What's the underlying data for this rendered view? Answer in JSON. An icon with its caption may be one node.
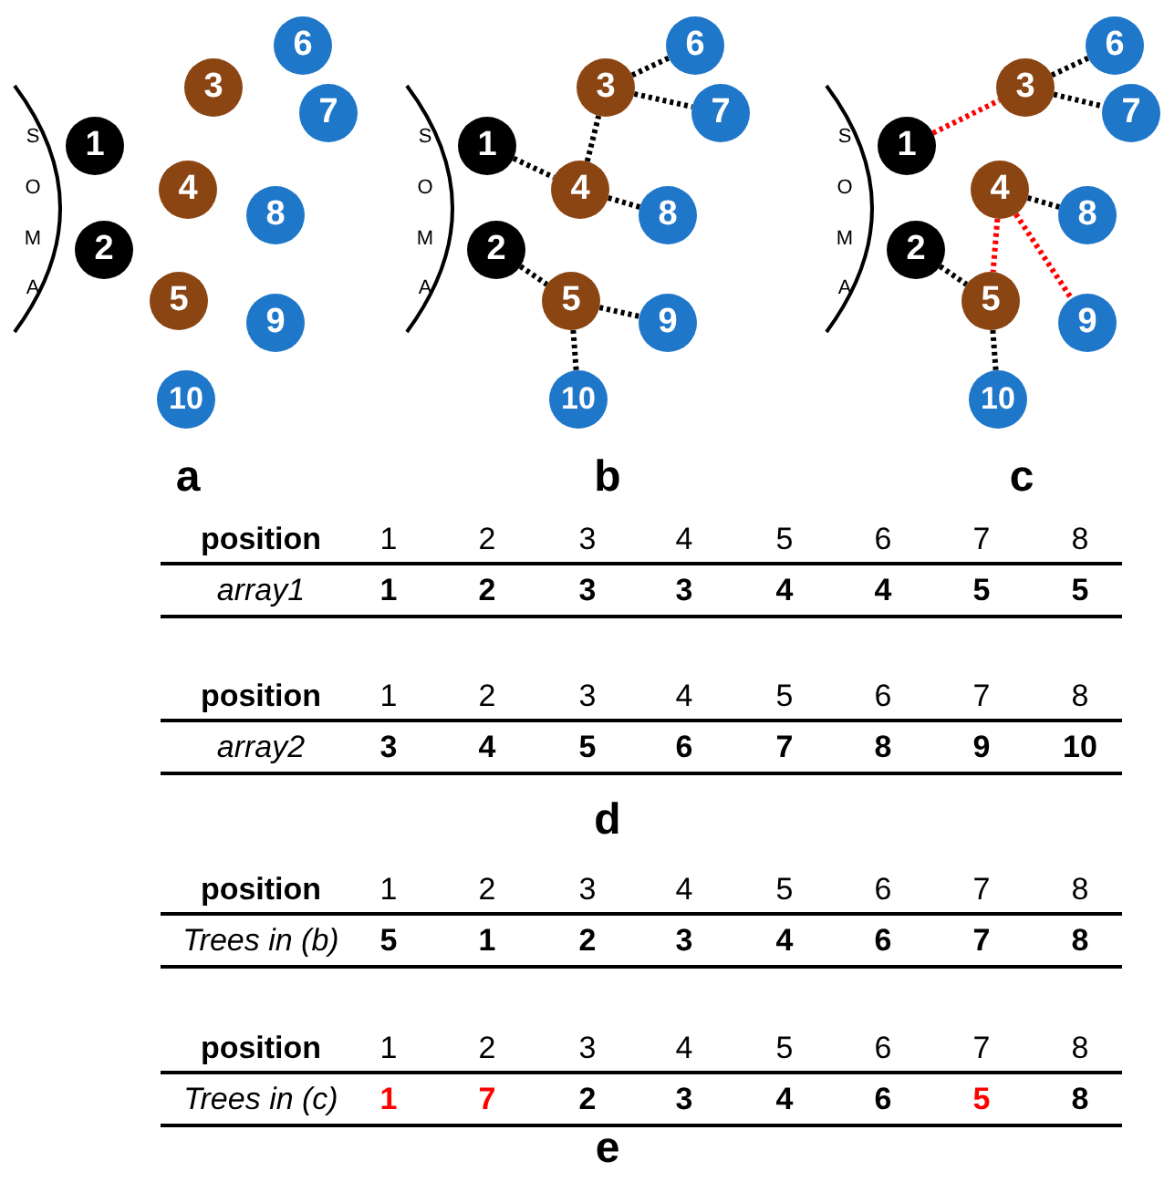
{
  "diagram": {
    "nodes": [
      {
        "text": [
          "1"
        ]
      },
      {
        "text": [
          "2"
        ]
      },
      {
        "text": [
          "3"
        ]
      },
      {
        "text": [
          "4"
        ]
      },
      {
        "text": [
          "5"
        ]
      },
      {
        "text": [
          "6"
        ]
      },
      {
        "text": [
          "7"
        ]
      },
      {
        "text": [
          "8"
        ]
      },
      {
        "text": [
          "9"
        ]
      },
      {
        "text": [
          "10"
        ]
      },
      {
        "text": [
          "1"
        ]
      },
      {
        "text": [
          "2"
        ]
      },
      {
        "text": [
          "3"
        ]
      },
      {
        "text": [
          "4"
        ]
      },
      {
        "text": [
          "5"
        ]
      },
      {
        "text": [
          "6"
        ]
      },
      {
        "text": [
          "7"
        ]
      },
      {
        "text": [
          "8"
        ]
      },
      {
        "text": [
          "9"
        ]
      },
      {
        "text": [
          "10"
        ]
      },
      {
        "text": [
          "1"
        ]
      },
      {
        "text": [
          "2"
        ]
      },
      {
        "text": [
          "3"
        ]
      },
      {
        "text": [
          "4"
        ]
      },
      {
        "text": [
          "5"
        ]
      },
      {
        "text": [
          "6"
        ]
      },
      {
        "text": [
          "7"
        ]
      },
      {
        "text": [
          "8"
        ]
      },
      {
        "text": [
          "9"
        ]
      },
      {
        "text": [
          "10"
        ]
      }
    ],
    "edges": [
      {
        "from": 10,
        "to": 13,
        "arrow": "none"
      },
      {
        "from": 13,
        "to": 12,
        "arrow": "none"
      },
      {
        "from": 12,
        "to": 15,
        "arrow": "none"
      },
      {
        "from": 12,
        "to": 16,
        "arrow": "none"
      },
      {
        "from": 13,
        "to": 17,
        "arrow": "none"
      },
      {
        "from": 11,
        "to": 14,
        "arrow": "none"
      },
      {
        "from": 14,
        "to": 18,
        "arrow": "none"
      },
      {
        "from": 14,
        "to": 19,
        "arrow": "none"
      },
      {
        "from": 20,
        "to": 22,
        "arrow": "none",
        "color": "#ff0000"
      },
      {
        "from": 22,
        "to": 25,
        "arrow": "none"
      },
      {
        "from": 22,
        "to": 26,
        "arrow": "none"
      },
      {
        "from": 23,
        "to": 27,
        "arrow": "none"
      },
      {
        "from": 23,
        "to": 24,
        "arrow": "none",
        "color": "#ff0000"
      },
      {
        "from": 23,
        "to": 28,
        "arrow": "none",
        "color": "#ff0000"
      },
      {
        "from": 21,
        "to": 24,
        "arrow": "none"
      },
      {
        "from": 24,
        "to": 29,
        "arrow": "none"
      }
    ],
    "labels": [
      "S",
      "O",
      "M",
      "A",
      "S",
      "O",
      "M",
      "A",
      "S",
      "O",
      "M",
      "A",
      "a",
      "b",
      "c",
      "position",
      "1",
      "2",
      "3",
      "4",
      "5",
      "6",
      "7",
      "8",
      "array1",
      "1",
      "2",
      "3",
      "3",
      "4",
      "4",
      "5",
      "5",
      "position",
      "1",
      "2",
      "3",
      "4",
      "5",
      "6",
      "7",
      "8",
      "array2",
      "3",
      "4",
      "5",
      "6",
      "7",
      "8",
      "9",
      "10",
      "d",
      "position",
      "1",
      "2",
      "3",
      "4",
      "5",
      "6",
      "7",
      "8",
      "Trees in (b)",
      "5",
      "1",
      "2",
      "3",
      "4",
      "6",
      "7",
      "8",
      "position",
      "1",
      "2",
      "3",
      "4",
      "5",
      "6",
      "7",
      "8",
      "Trees in (c)",
      "1",
      "7",
      "2",
      "3",
      "4",
      "6",
      "5",
      "8",
      "e"
    ]
  }
}
